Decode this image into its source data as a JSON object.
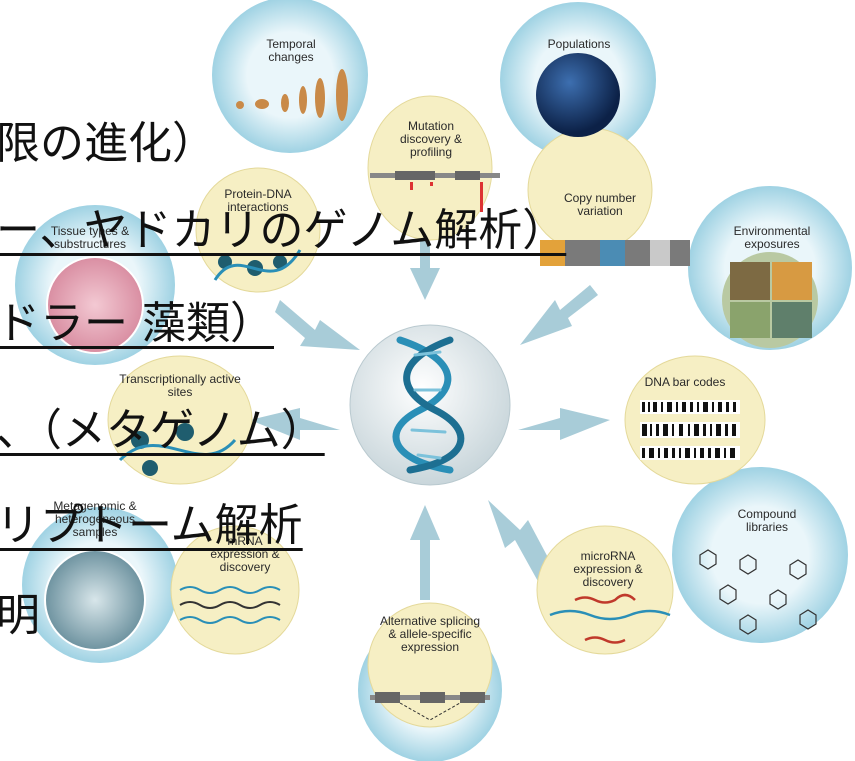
{
  "diagram": {
    "center_icon": "dna-double-helix-icon",
    "colors": {
      "outer_halo": "#a9d8e6",
      "bubble": "#f7f0c2",
      "dna": "#2a8fb7",
      "sphere": "#e8eef0"
    },
    "bubbles": [
      {
        "id": "temporal",
        "label": "Temporal changes",
        "icon": "fish-development-icon"
      },
      {
        "id": "populations",
        "label": "Populations",
        "icon": "globe-icon"
      },
      {
        "id": "mutation",
        "label": "Mutation discovery & profiling",
        "icon": "mutation-track-icon"
      },
      {
        "id": "protein-dna",
        "label": "Protein-DNA interactions",
        "icon": "protein-binding-icon"
      },
      {
        "id": "copy-number",
        "label": "Copy number variation",
        "icon": "copy-number-bars-icon"
      },
      {
        "id": "tissue",
        "label": "Tissue types & substructures",
        "icon": "tissue-micrograph-icon"
      },
      {
        "id": "environmental",
        "label": "Environmental exposures",
        "icon": "environment-photos-icon"
      },
      {
        "id": "transcriptional",
        "label": "Transcriptionally active sites",
        "icon": "transcription-complex-icon"
      },
      {
        "id": "barcodes",
        "label": "DNA bar codes",
        "icon": "barcode-icon"
      },
      {
        "id": "metagenomic",
        "label": "Metagenomic & heterogeneous samples",
        "icon": "plant-cross-section-icon"
      },
      {
        "id": "compound",
        "label": "Compound libraries",
        "icon": "chemical-structures-icon"
      },
      {
        "id": "mrna",
        "label": "mRNA expression & discovery",
        "icon": "transcript-waves-icon"
      },
      {
        "id": "microrna",
        "label": "microRNA expression & discovery",
        "icon": "microrna-icon"
      },
      {
        "id": "splicing",
        "label": "Alternative splicing & allele-specific expression",
        "icon": "splicing-track-icon"
      }
    ]
  },
  "overlay_text": {
    "line1": "限の進化）",
    "line2": "ー、ヤドカリのゲノム解析）",
    "line3": "ドラー 藻類）",
    "line4": "、（メタゲノム）",
    "line5": "リプトーム解析",
    "line6": "明"
  }
}
